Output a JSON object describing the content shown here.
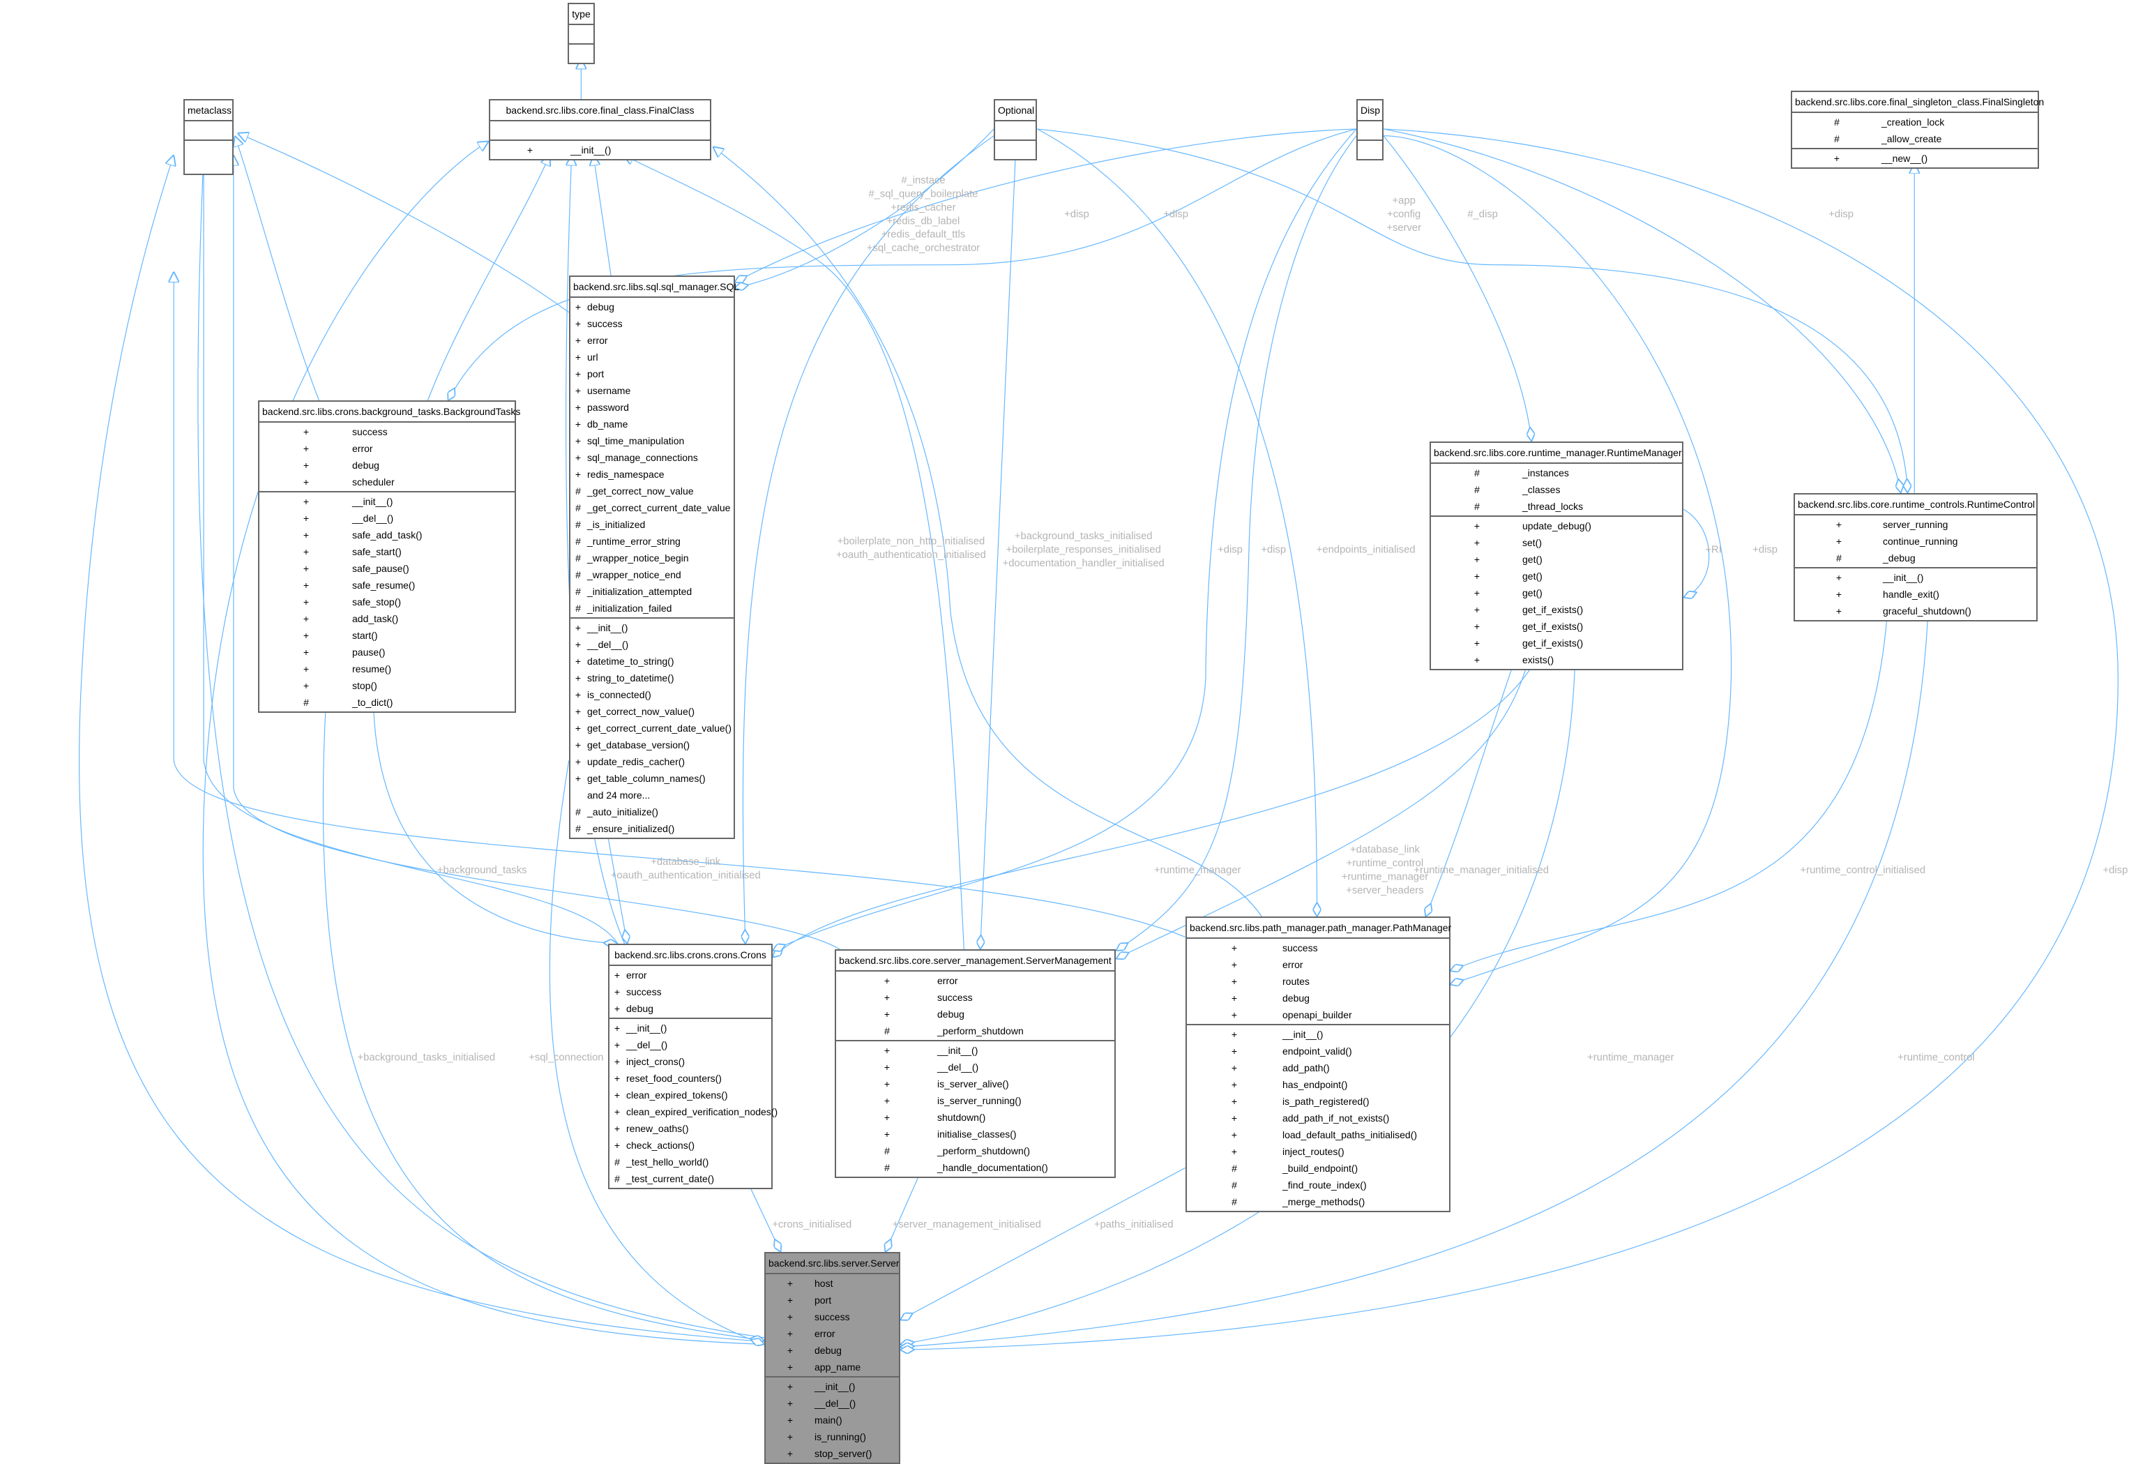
{
  "diagram": {
    "line_color": "#63b6ff",
    "label_color": "#b4b4b4",
    "focus_fill": "#9a9a9a",
    "classes": [
      {
        "id": "type",
        "name": "type",
        "attributes": [],
        "methods": []
      },
      {
        "id": "metaclass",
        "name": "metaclass",
        "attributes": [],
        "methods": []
      },
      {
        "id": "finalclass",
        "name": "backend.src.libs.core.final_class.FinalClass",
        "attributes": [],
        "methods": [
          {
            "vis": "+",
            "name": "__init__()"
          }
        ]
      },
      {
        "id": "optional",
        "name": "Optional",
        "attributes": [],
        "methods": []
      },
      {
        "id": "disp",
        "name": "Disp",
        "attributes": [],
        "methods": []
      },
      {
        "id": "finalsingleton",
        "name": "backend.src.libs.core.final_singleton_class.FinalSingleton",
        "attributes": [
          {
            "vis": "#",
            "name": "_creation_lock"
          },
          {
            "vis": "#",
            "name": "_allow_create"
          }
        ],
        "methods": [
          {
            "vis": "+",
            "name": "__new__()"
          }
        ]
      },
      {
        "id": "sql",
        "name": "backend.src.libs.sql.sql_manager.SQL",
        "attributes": [
          {
            "vis": "+",
            "name": "debug"
          },
          {
            "vis": "+",
            "name": "success"
          },
          {
            "vis": "+",
            "name": "error"
          },
          {
            "vis": "+",
            "name": "url"
          },
          {
            "vis": "+",
            "name": "port"
          },
          {
            "vis": "+",
            "name": "username"
          },
          {
            "vis": "+",
            "name": "password"
          },
          {
            "vis": "+",
            "name": "db_name"
          },
          {
            "vis": "+",
            "name": "sql_time_manipulation"
          },
          {
            "vis": "+",
            "name": "sql_manage_connections"
          },
          {
            "vis": "+",
            "name": "redis_namespace"
          },
          {
            "vis": "#",
            "name": "_get_correct_now_value"
          },
          {
            "vis": "#",
            "name": "_get_correct_current_date_value"
          },
          {
            "vis": "#",
            "name": "_is_initialized"
          },
          {
            "vis": "#",
            "name": "_runtime_error_string"
          },
          {
            "vis": "#",
            "name": "_wrapper_notice_begin"
          },
          {
            "vis": "#",
            "name": "_wrapper_notice_end"
          },
          {
            "vis": "#",
            "name": "_initialization_attempted"
          },
          {
            "vis": "#",
            "name": "_initialization_failed"
          }
        ],
        "methods": [
          {
            "vis": "+",
            "name": "__init__()"
          },
          {
            "vis": "+",
            "name": "__del__()"
          },
          {
            "vis": "+",
            "name": "datetime_to_string()"
          },
          {
            "vis": "+",
            "name": "string_to_datetime()"
          },
          {
            "vis": "+",
            "name": "is_connected()"
          },
          {
            "vis": "+",
            "name": "get_correct_now_value()"
          },
          {
            "vis": "+",
            "name": "get_correct_current_date_value()"
          },
          {
            "vis": "+",
            "name": "get_database_version()"
          },
          {
            "vis": "+",
            "name": "update_redis_cacher()"
          },
          {
            "vis": "+",
            "name": "get_table_column_names()"
          },
          {
            "vis": "",
            "name": "and 24 more..."
          },
          {
            "vis": "#",
            "name": "_auto_initialize()"
          },
          {
            "vis": "#",
            "name": "_ensure_initialized()"
          }
        ]
      },
      {
        "id": "backgroundtasks",
        "name": "backend.src.libs.crons.background_tasks.BackgroundTasks",
        "attributes": [
          {
            "vis": "+",
            "name": "success"
          },
          {
            "vis": "+",
            "name": "error"
          },
          {
            "vis": "+",
            "name": "debug"
          },
          {
            "vis": "+",
            "name": "scheduler"
          }
        ],
        "methods": [
          {
            "vis": "+",
            "name": "__init__()"
          },
          {
            "vis": "+",
            "name": "__del__()"
          },
          {
            "vis": "+",
            "name": "safe_add_task()"
          },
          {
            "vis": "+",
            "name": "safe_start()"
          },
          {
            "vis": "+",
            "name": "safe_pause()"
          },
          {
            "vis": "+",
            "name": "safe_resume()"
          },
          {
            "vis": "+",
            "name": "safe_stop()"
          },
          {
            "vis": "+",
            "name": "add_task()"
          },
          {
            "vis": "+",
            "name": "start()"
          },
          {
            "vis": "+",
            "name": "pause()"
          },
          {
            "vis": "+",
            "name": "resume()"
          },
          {
            "vis": "+",
            "name": "stop()"
          },
          {
            "vis": "#",
            "name": "_to_dict()"
          }
        ]
      },
      {
        "id": "runtimemanager",
        "name": "backend.src.libs.core.runtime_manager.RuntimeManager",
        "attributes": [
          {
            "vis": "#",
            "name": "_instances"
          },
          {
            "vis": "#",
            "name": "_classes"
          },
          {
            "vis": "#",
            "name": "_thread_locks"
          }
        ],
        "methods": [
          {
            "vis": "+",
            "name": "update_debug()"
          },
          {
            "vis": "+",
            "name": "set()"
          },
          {
            "vis": "+",
            "name": "get()"
          },
          {
            "vis": "+",
            "name": "get()"
          },
          {
            "vis": "+",
            "name": "get()"
          },
          {
            "vis": "+",
            "name": "get_if_exists()"
          },
          {
            "vis": "+",
            "name": "get_if_exists()"
          },
          {
            "vis": "+",
            "name": "get_if_exists()"
          },
          {
            "vis": "+",
            "name": "exists()"
          }
        ]
      },
      {
        "id": "runtimecontrol",
        "name": "backend.src.libs.core.runtime_controls.RuntimeControl",
        "attributes": [
          {
            "vis": "+",
            "name": "server_running"
          },
          {
            "vis": "+",
            "name": "continue_running"
          },
          {
            "vis": "#",
            "name": "_debug"
          }
        ],
        "methods": [
          {
            "vis": "+",
            "name": "__init__()"
          },
          {
            "vis": "+",
            "name": "handle_exit()"
          },
          {
            "vis": "+",
            "name": "graceful_shutdown()"
          }
        ]
      },
      {
        "id": "crons",
        "name": "backend.src.libs.crons.crons.Crons",
        "attributes": [
          {
            "vis": "+",
            "name": "error"
          },
          {
            "vis": "+",
            "name": "success"
          },
          {
            "vis": "+",
            "name": "debug"
          }
        ],
        "methods": [
          {
            "vis": "+",
            "name": "__init__()"
          },
          {
            "vis": "+",
            "name": "__del__()"
          },
          {
            "vis": "+",
            "name": "inject_crons()"
          },
          {
            "vis": "+",
            "name": "reset_food_counters()"
          },
          {
            "vis": "+",
            "name": "clean_expired_tokens()"
          },
          {
            "vis": "+",
            "name": "clean_expired_verification_nodes()"
          },
          {
            "vis": "+",
            "name": "renew_oaths()"
          },
          {
            "vis": "+",
            "name": "check_actions()"
          },
          {
            "vis": "#",
            "name": "_test_hello_world()"
          },
          {
            "vis": "#",
            "name": "_test_current_date()"
          }
        ]
      },
      {
        "id": "servermanagement",
        "name": "backend.src.libs.core.server_management.ServerManagement",
        "attributes": [
          {
            "vis": "+",
            "name": "error"
          },
          {
            "vis": "+",
            "name": "success"
          },
          {
            "vis": "+",
            "name": "debug"
          },
          {
            "vis": "#",
            "name": "_perform_shutdown"
          }
        ],
        "methods": [
          {
            "vis": "+",
            "name": "__init__()"
          },
          {
            "vis": "+",
            "name": "__del__()"
          },
          {
            "vis": "+",
            "name": "is_server_alive()"
          },
          {
            "vis": "+",
            "name": "is_server_running()"
          },
          {
            "vis": "+",
            "name": "shutdown()"
          },
          {
            "vis": "+",
            "name": "initialise_classes()"
          },
          {
            "vis": "#",
            "name": "_perform_shutdown()"
          },
          {
            "vis": "#",
            "name": "_handle_documentation()"
          }
        ]
      },
      {
        "id": "pathmanager",
        "name": "backend.src.libs.path_manager.path_manager.PathManager",
        "attributes": [
          {
            "vis": "+",
            "name": "success"
          },
          {
            "vis": "+",
            "name": "error"
          },
          {
            "vis": "+",
            "name": "routes"
          },
          {
            "vis": "+",
            "name": "debug"
          },
          {
            "vis": "+",
            "name": "openapi_builder"
          }
        ],
        "methods": [
          {
            "vis": "+",
            "name": "__init__()"
          },
          {
            "vis": "+",
            "name": "endpoint_valid()"
          },
          {
            "vis": "+",
            "name": "add_path()"
          },
          {
            "vis": "+",
            "name": "has_endpoint()"
          },
          {
            "vis": "+",
            "name": "is_path_registered()"
          },
          {
            "vis": "+",
            "name": "add_path_if_not_exists()"
          },
          {
            "vis": "+",
            "name": "load_default_paths_initialised()"
          },
          {
            "vis": "+",
            "name": "inject_routes()"
          },
          {
            "vis": "#",
            "name": "_build_endpoint()"
          },
          {
            "vis": "#",
            "name": "_find_route_index()"
          },
          {
            "vis": "#",
            "name": "_merge_methods()"
          }
        ]
      },
      {
        "id": "server",
        "name": "backend.src.libs.server.Server",
        "attributes": [
          {
            "vis": "+",
            "name": "host"
          },
          {
            "vis": "+",
            "name": "port"
          },
          {
            "vis": "+",
            "name": "success"
          },
          {
            "vis": "+",
            "name": "error"
          },
          {
            "vis": "+",
            "name": "debug"
          },
          {
            "vis": "+",
            "name": "app_name"
          }
        ],
        "methods": [
          {
            "vis": "+",
            "name": "__init__()"
          },
          {
            "vis": "+",
            "name": "__del__()"
          },
          {
            "vis": "+",
            "name": "main()"
          },
          {
            "vis": "+",
            "name": "is_running()"
          },
          {
            "vis": "+",
            "name": "stop_server()"
          }
        ]
      }
    ],
    "edge_labels": [
      [
        "#_instace",
        "#_sql_query_boilerplate",
        "+redis_cacher",
        "+redis_db_label",
        "+redis_default_ttls",
        "+sql_cache_orchestrator"
      ],
      [
        "+disp"
      ],
      [
        "+disp"
      ],
      [
        "+app",
        "+config",
        "+server"
      ],
      [
        "#_disp"
      ],
      [
        "+disp"
      ],
      [
        "+boilerplate_non_http_initialised",
        "+oauth_authentication_initialised"
      ],
      [
        "+background_tasks_initialised",
        "+boilerplate_responses_initialised",
        "+documentation_handler_initialised"
      ],
      [
        "+disp"
      ],
      [
        "+disp"
      ],
      [
        "+endpoints_initialised"
      ],
      [
        "+RI"
      ],
      [
        "+disp"
      ],
      [
        "+background_tasks"
      ],
      [
        "+database_link",
        "+oauth_authentication_initialised"
      ],
      [
        "+runtime_manager"
      ],
      [
        "+database_link",
        "+runtime_control",
        "+runtime_manager",
        "+server_headers"
      ],
      [
        "+runtime_manager_initialised"
      ],
      [
        "+runtime_control_initialised"
      ],
      [
        "+disp"
      ],
      [
        "+background_tasks_initialised"
      ],
      [
        "+sql_connection"
      ],
      [
        "+runtime_manager"
      ],
      [
        "+runtime_control"
      ],
      [
        "+crons_initialised"
      ],
      [
        "+server_management_initialised"
      ],
      [
        "+paths_initialised"
      ]
    ]
  }
}
